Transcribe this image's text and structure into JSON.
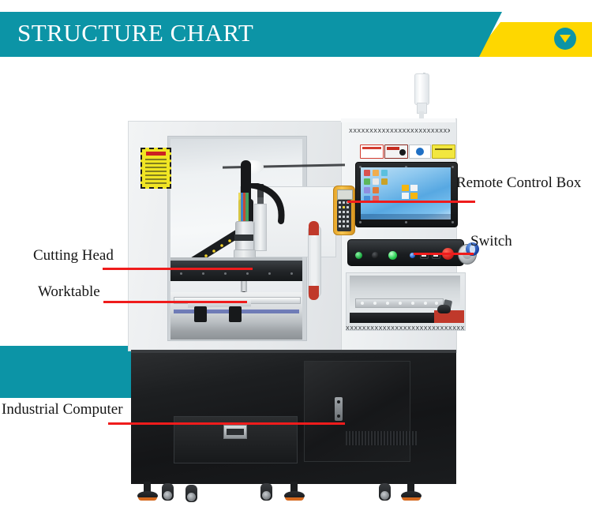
{
  "header": {
    "title": "STRUCTURE CHART",
    "teal_color": "#0c94a6",
    "yellow_color": "#fed700",
    "badge_icon": "chevron-down-icon"
  },
  "callouts": [
    {
      "id": "cutting-head",
      "label": "Cutting Head"
    },
    {
      "id": "worktable",
      "label": "Worktable"
    },
    {
      "id": "industrial-computer",
      "label": "Industrial Computer"
    },
    {
      "id": "remote-control-box",
      "label": "Remote Control Box"
    },
    {
      "id": "switch",
      "label": "Switch"
    }
  ],
  "leader_line_color": "#ef1c1c",
  "machine": {
    "name": "cnc-engraving-machine",
    "parts": {
      "signal_tower": "signal-tower-light",
      "warning_sticker": "warning-label-yellow",
      "monitor": "industrial-monitor",
      "pendant": "handheld-remote-pendant",
      "control_panel": "button-control-panel",
      "emergency_stop": "emergency-stop-button",
      "key_switch": "key-switch-knob",
      "keyboard_shelf": "keyboard-shelf",
      "mouse_pad": "mouse-pad",
      "base_cabinet": "black-base-cabinet",
      "drawer": "chip-drawer",
      "cabinet_door": "cabinet-door",
      "feet": "adjustable-feet"
    }
  },
  "accent_block_color": "#0c94a6"
}
